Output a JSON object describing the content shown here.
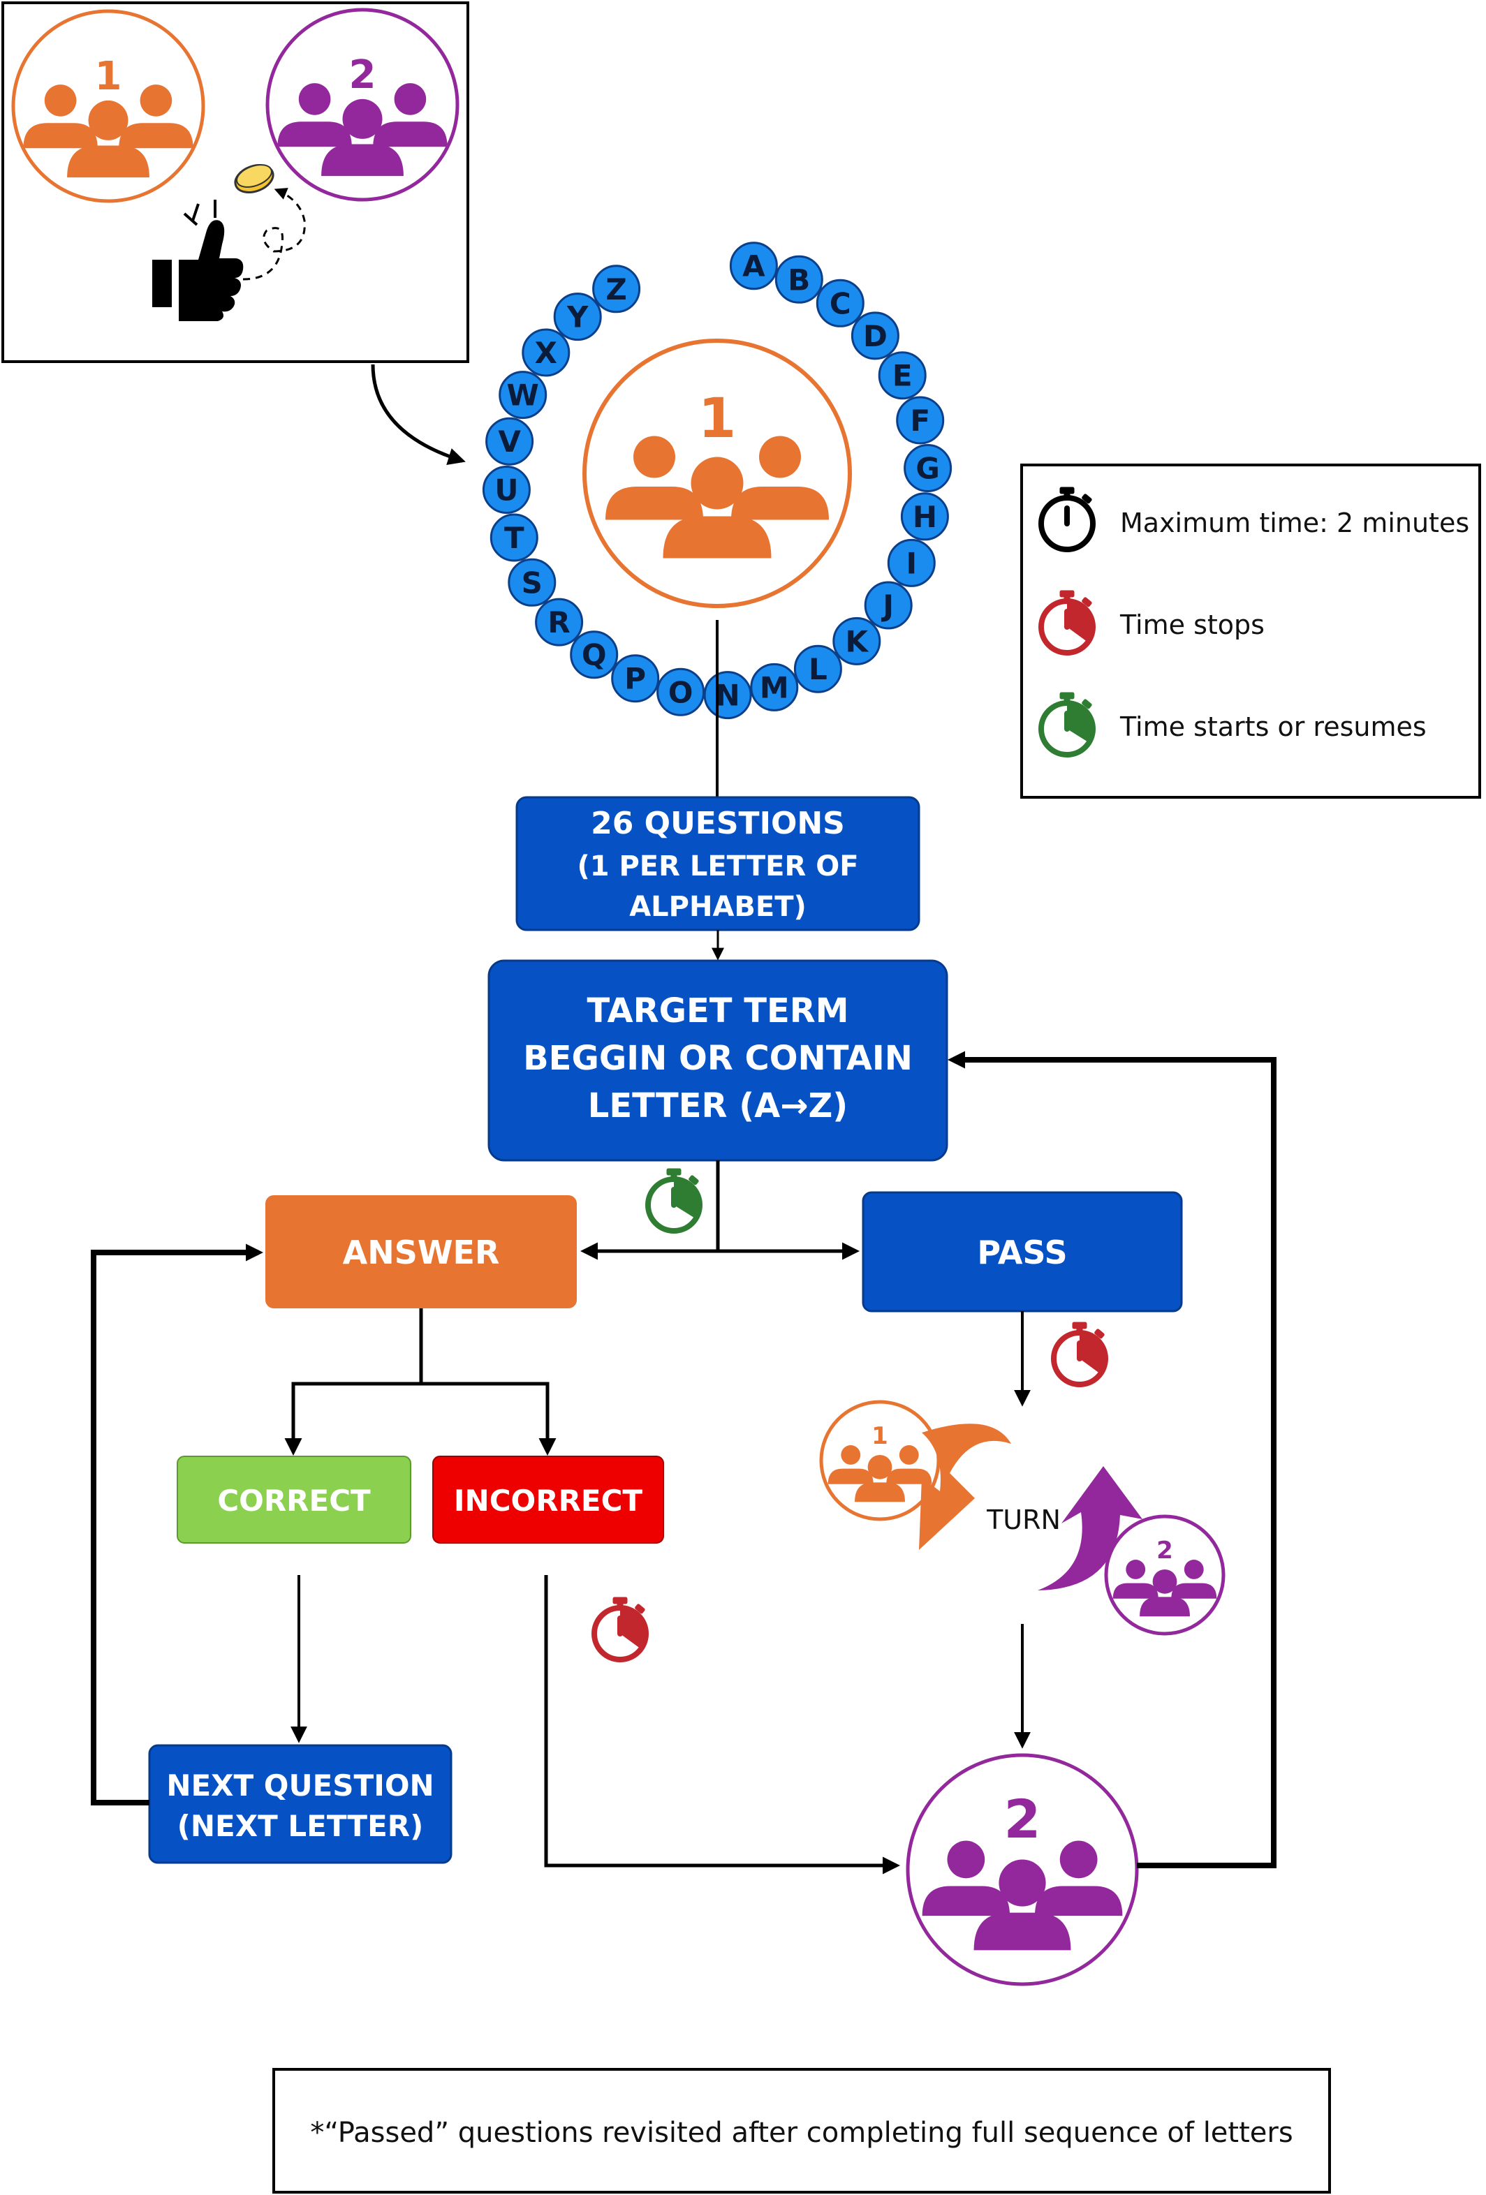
{
  "colors": {
    "blue": "#0652c5",
    "blue_dark": "#063a8c",
    "orange": "#e87432",
    "purple": "#93289c",
    "green": "#8bd14f",
    "red": "#ee0000",
    "black": "#000000",
    "timer_red": "#c1272d",
    "timer_green": "#2e7d32",
    "letter_ball": "#1a8cf0",
    "coin": "#f4c430"
  },
  "teams": {
    "team1": {
      "number": "1",
      "icon": "group-icon"
    },
    "team2": {
      "number": "2",
      "icon": "group-icon"
    }
  },
  "start": {
    "icons": [
      "thumbs-up-icon",
      "coin-icon"
    ]
  },
  "alphabet": [
    "A",
    "B",
    "C",
    "D",
    "E",
    "F",
    "G",
    "H",
    "I",
    "J",
    "K",
    "L",
    "M",
    "N",
    "O",
    "P",
    "Q",
    "R",
    "S",
    "T",
    "U",
    "V",
    "W",
    "X",
    "Y",
    "Z"
  ],
  "legend": {
    "max_time": "Maximum time: 2 minutes",
    "time_stops": "Time stops",
    "time_starts": "Time starts or resumes"
  },
  "flow": {
    "questions_line1": "26 QUESTIONS",
    "questions_line2": "(1 PER LETTER OF",
    "questions_line3": "ALPHABET)",
    "target_line1": "TARGET TERM",
    "target_line2": "BEGGIN OR CONTAIN",
    "target_line3": "LETTER (A→Z)",
    "answer": "ANSWER",
    "pass": "PASS",
    "correct": "CORRECT",
    "incorrect": "INCORRECT",
    "next_line1": "NEXT QUESTION",
    "next_line2": "(NEXT LETTER)",
    "turn": "TURN"
  },
  "footnote": "*“Passed” questions revisited after completing full sequence of letters"
}
